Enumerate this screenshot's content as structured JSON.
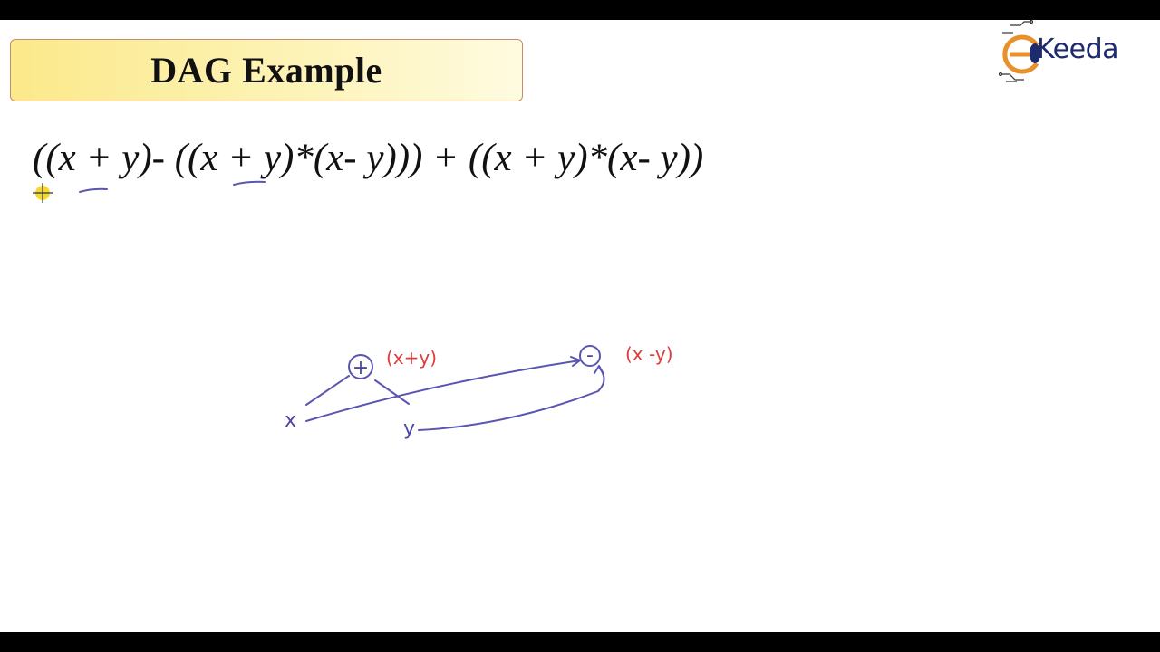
{
  "slide": {
    "title": "DAG Example",
    "expression": "((x + y)- ((x + y)*(x- y))) + ((x + y)*(x- y))"
  },
  "logo": {
    "text": "Keeda",
    "icon": "ekeeda-e-icon",
    "accent_color": "#e8902a",
    "text_color": "#1e2a6e"
  },
  "annotations": {
    "plus_node": "+",
    "plus_label": "(x+y)",
    "minus_node": "-",
    "minus_label": "(x -y)",
    "leaf_x": "x",
    "leaf_y": "y",
    "ink_blue": "#5a55b0",
    "ink_red": "#e03a3a"
  }
}
